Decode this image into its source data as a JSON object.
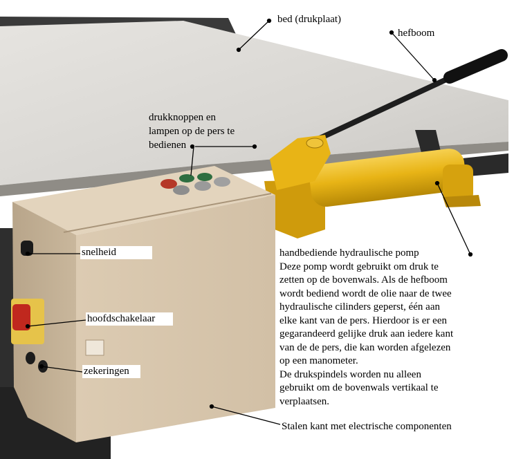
{
  "labels": {
    "bed": "bed (drukplaat)",
    "hefboom": "hefboom",
    "drukknoppen": [
      "drukknoppen en",
      "lampen op de pers te",
      "bedienen"
    ],
    "snelheid": "snelheid",
    "hoofdschakelaar": "hoofdschakelaar",
    "zekeringen": "zekeringen",
    "stalen_kant": "Stalen kant met electrische componenten"
  },
  "description": {
    "title": "handbediende hydraulische pomp",
    "lines": [
      "Deze pomp wordt gebruikt om druk te",
      "zetten op de bovenwals. Als de hefboom",
      "wordt bediend wordt de olie naar de twee",
      "hydraulische cilinders geperst, één aan",
      "elke kant van de pers. Hierdoor is er een",
      "gegarandeerd gelijke druk aan iedere kant",
      "van de de pers, die kan worden afgelezen",
      "op een manometer.",
      "De drukspindels worden nu alleen",
      "gebruikt om de bovenwals vertikaal te",
      "verplaatsen."
    ]
  },
  "colors": {
    "bed_surface": "#dcdad6",
    "cabinet": "#d8c7ae",
    "pump_yellow": "#e8b416",
    "frame_dark": "#2a2a2a"
  }
}
